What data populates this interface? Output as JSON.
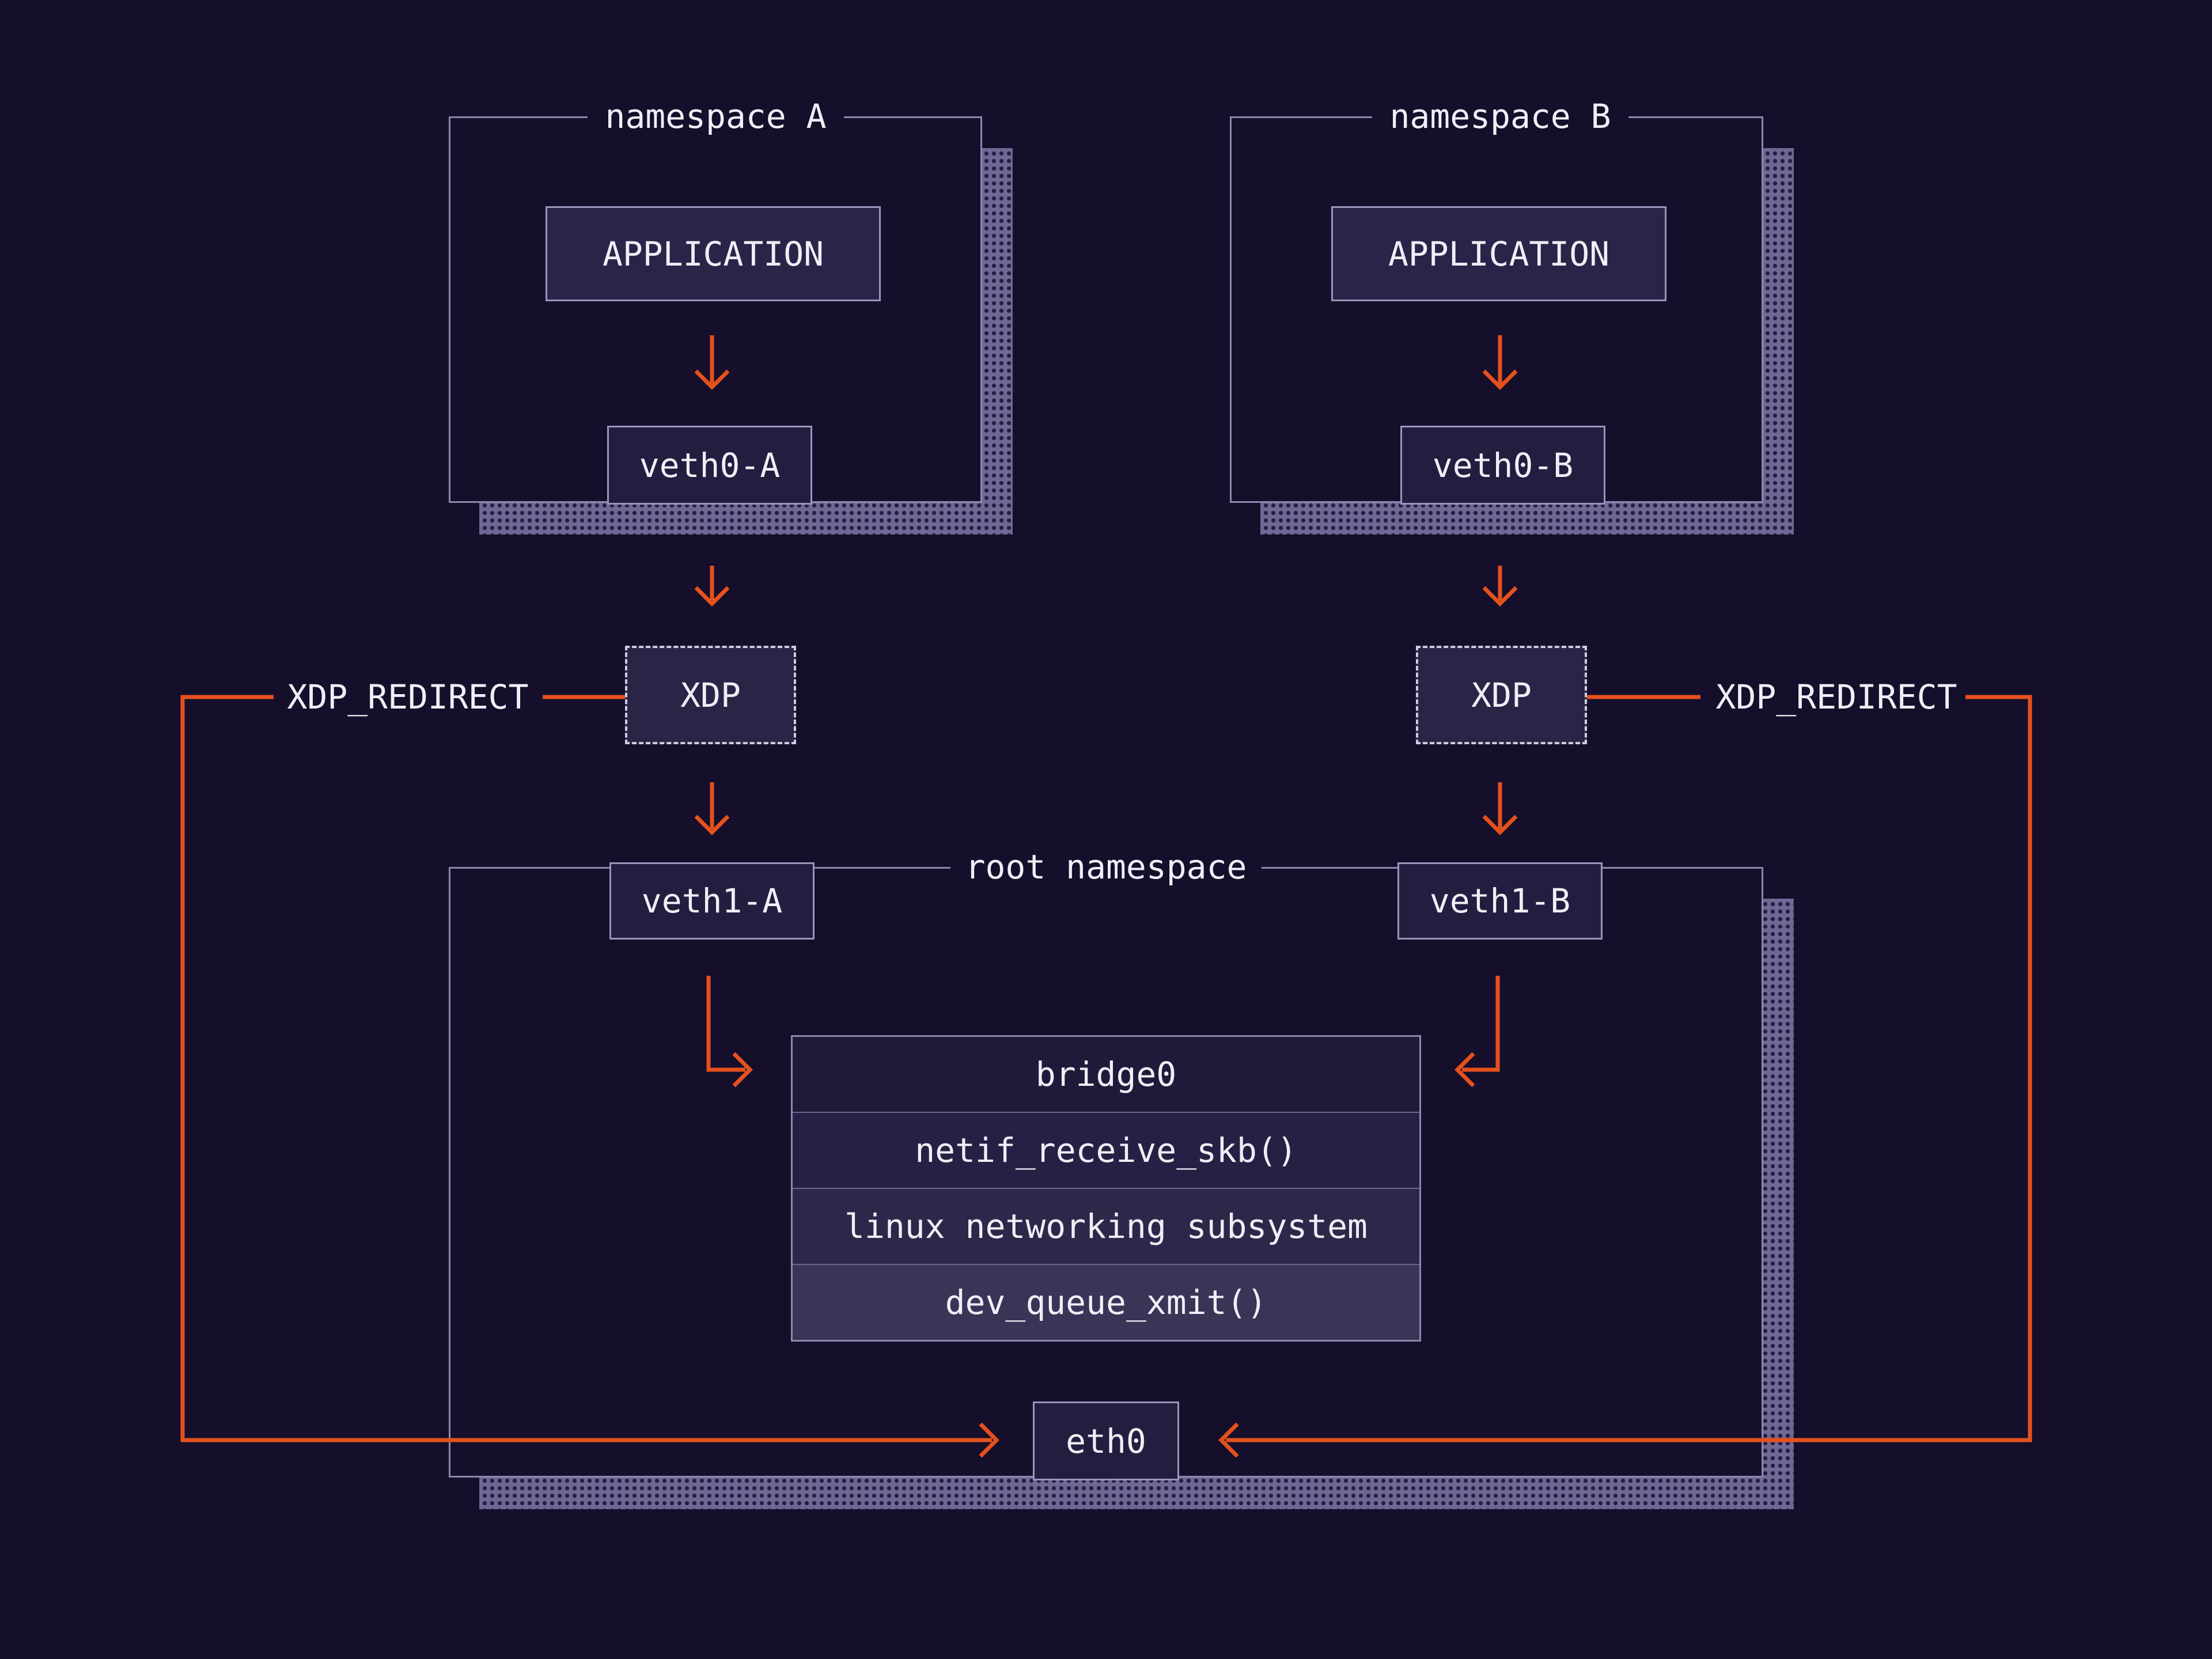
{
  "colors": {
    "background": "#150f2b",
    "accent_orange": "#e5511c",
    "box_border": "#8d87ae",
    "inner_box_border": "#9b95bc",
    "xdp_dashed_border": "#cfccdf",
    "text": "#f0eef6",
    "shadow_band": "#6e6894",
    "shadow_dot": "#251f45",
    "stack_row_fills": [
      "#201a3a",
      "#262044",
      "#2d2749",
      "#3a3457"
    ]
  },
  "namespace_a": {
    "title": "namespace A",
    "application_label": "APPLICATION",
    "veth_label": "veth0-A",
    "xdp_label": "XDP",
    "redirect_label": "XDP_REDIRECT"
  },
  "namespace_b": {
    "title": "namespace B",
    "application_label": "APPLICATION",
    "veth_label": "veth0-B",
    "xdp_label": "XDP",
    "redirect_label": "XDP_REDIRECT"
  },
  "root_namespace": {
    "title": "root namespace",
    "veth_left_label": "veth1-A",
    "veth_right_label": "veth1-B",
    "bridge_stack": [
      "bridge0",
      "netif_receive_skb()",
      "linux networking subsystem",
      "dev_queue_xmit()"
    ],
    "eth_label": "eth0"
  }
}
